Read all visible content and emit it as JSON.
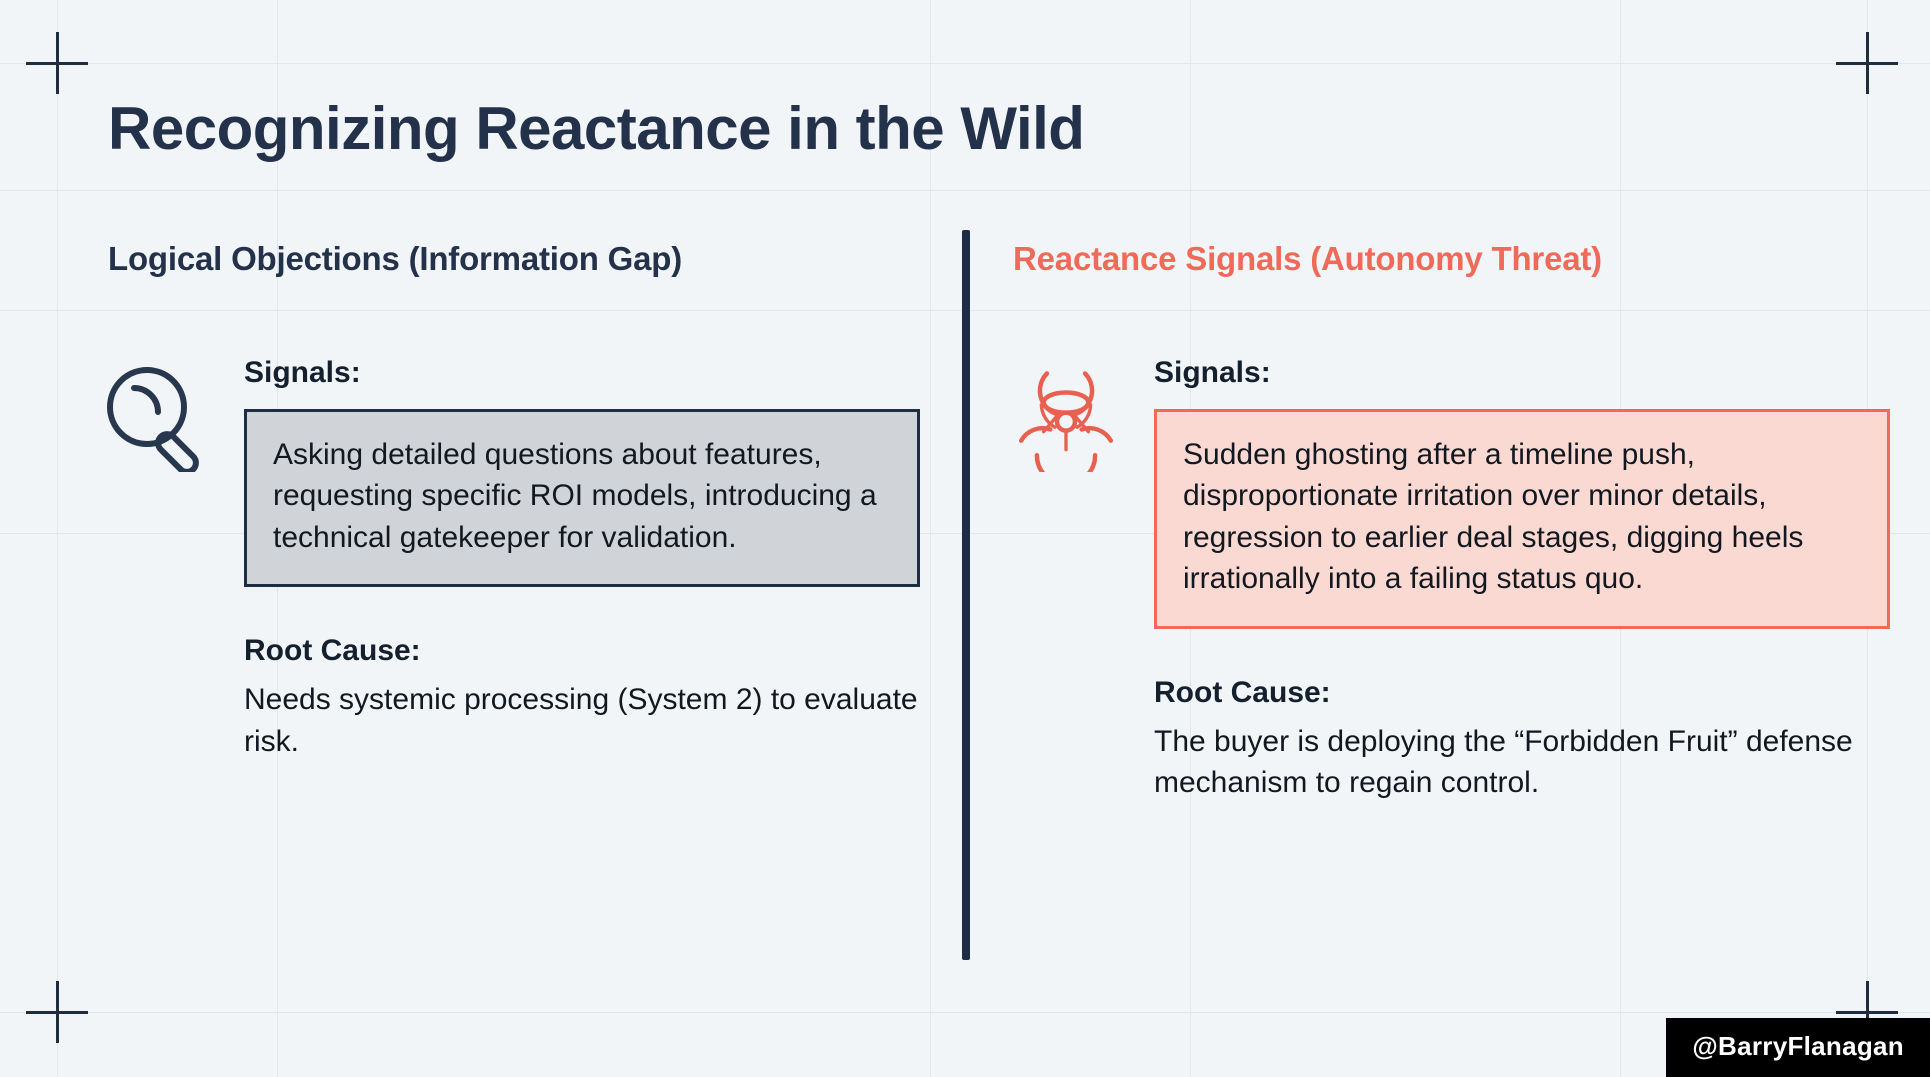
{
  "page": {
    "title": "Recognizing Reactance in the Wild",
    "background_color": "#f2f5f7",
    "grid_line_color": "#e2e7ea",
    "navy": "#1d2d44",
    "coral": "#ef6a58"
  },
  "columns": {
    "left": {
      "header": "Logical Objections (Information Gap)",
      "icon": "magnifying-glass-icon",
      "signals_label": "Signals:",
      "signals_text": "Asking detailed questions about features, requesting specific ROI models, introducing a technical gatekeeper for validation.",
      "root_cause_label": "Root Cause:",
      "root_cause_text": "Needs systemic processing (System 2) to evaluate risk.",
      "callout_fill": "#d0d4d9",
      "callout_border": "#1d2d44",
      "header_color": "#23324a"
    },
    "right": {
      "header": "Reactance Signals (Autonomy Threat)",
      "icon": "biohazard-icon",
      "signals_label": "Signals:",
      "signals_text": "Sudden ghosting after a timeline push, disproportionate irritation over minor details, regression to earlier deal stages, digging heels irrationally into a failing status quo.",
      "root_cause_label": "Root Cause:",
      "root_cause_text": "The buyer is deploying the “Forbidden Fruit” defense mechanism to regain control.",
      "callout_fill": "#fbd9d3",
      "callout_border": "#ef6a58",
      "header_color": "#ef6a58"
    }
  },
  "watermark": {
    "handle": "@BarryFlanagan"
  }
}
